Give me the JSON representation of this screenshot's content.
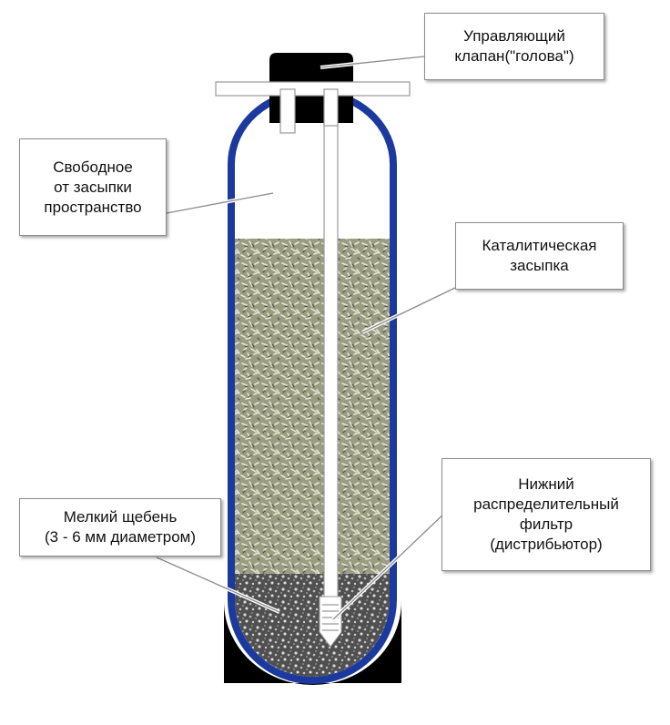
{
  "labels": {
    "valve": {
      "line1": "Управляющий",
      "line2": "клапан(\"голова\")"
    },
    "free_space": {
      "line1": "Свободное",
      "line2": "от засыпки",
      "line3": "пространство"
    },
    "catalytic": {
      "line1": "Каталитическая",
      "line2": "засыпка"
    },
    "gravel": {
      "line1": "Мелкий щебень",
      "line2": "(3 - 6 мм диаметром)"
    },
    "distributor": {
      "line1": "Нижний",
      "line2": "распределительный",
      "line3": "фильтр",
      "line4": "(дистрибьютор)"
    }
  },
  "colors": {
    "tank_outline": "#1c3a9e",
    "valve_head": "#000000",
    "pipe": "#ffffff",
    "catalytic_media": "#9a9d82",
    "gravel_media": "#555555",
    "base": "#000000"
  }
}
